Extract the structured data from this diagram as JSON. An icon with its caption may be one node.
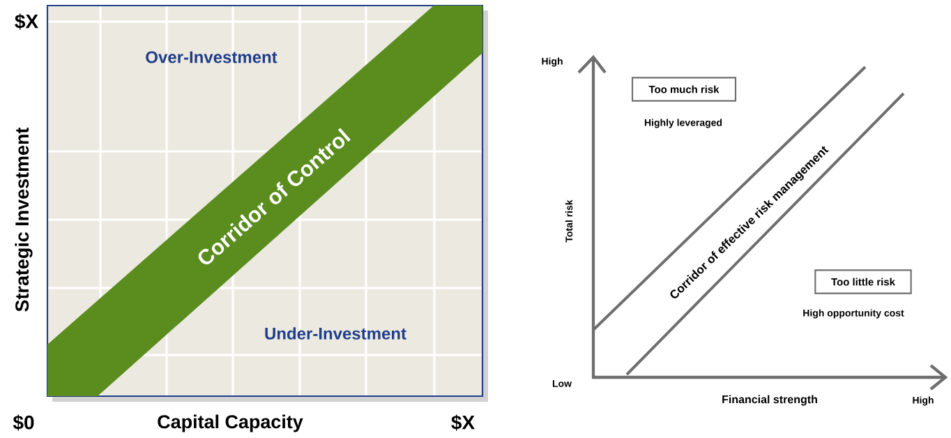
{
  "diagram": {
    "nodes": [
      {
        "text": [
          "Corridor of Control"
        ]
      },
      {
        "text": [
          "Too much risk"
        ]
      },
      {
        "text": [
          "Too little risk"
        ]
      }
    ],
    "labels": [
      "$X",
      "Over-Investment",
      "Strategic Investment",
      "Under-Investment",
      "$0",
      "Capital Capacity",
      "$X",
      "High",
      "Highly leveraged",
      "Corridor of effective risk management",
      "Total risk",
      "High opportunity cost",
      "Low",
      "Financial strength",
      "High"
    ]
  }
}
